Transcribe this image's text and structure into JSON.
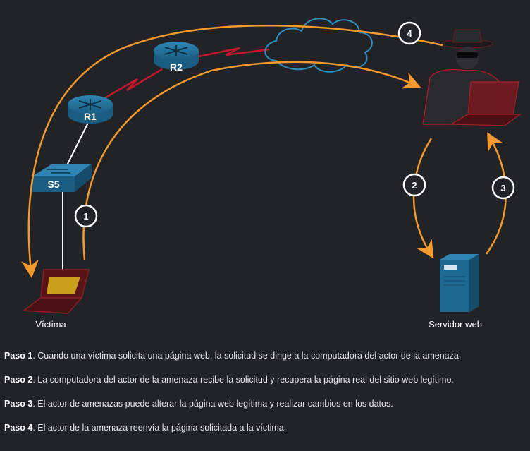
{
  "diagram": {
    "routers": [
      {
        "label": "R1"
      },
      {
        "label": "R2"
      }
    ],
    "switch": {
      "label": "S5"
    },
    "devices": {
      "victim": {
        "label": "Víctima"
      },
      "server": {
        "label": "Servidor web"
      }
    },
    "step_markers": [
      "1",
      "2",
      "3",
      "4"
    ],
    "colors": {
      "background": "#222327",
      "arrow": "#f39a2e",
      "device_blue": "#1f6a92",
      "wan_link": "#c4172c",
      "attacker": "#2a2a2e",
      "laptop": "#5a1418"
    }
  },
  "steps": [
    {
      "title": "Paso 1",
      "text": ". Cuando una víctima solicita una página web, la solicitud se dirige a la computadora del actor de la amenaza."
    },
    {
      "title": "Paso 2",
      "text": ". La computadora del actor de la amenaza recibe la solicitud y recupera la página real del sitio web legítimo."
    },
    {
      "title": "Paso 3",
      "text": ". El actor de amenazas puede alterar la página web legítima y realizar cambios en los datos."
    },
    {
      "title": "Paso 4",
      "text": ". El actor de la amenaza reenvía la página solicitada a la víctima."
    }
  ]
}
